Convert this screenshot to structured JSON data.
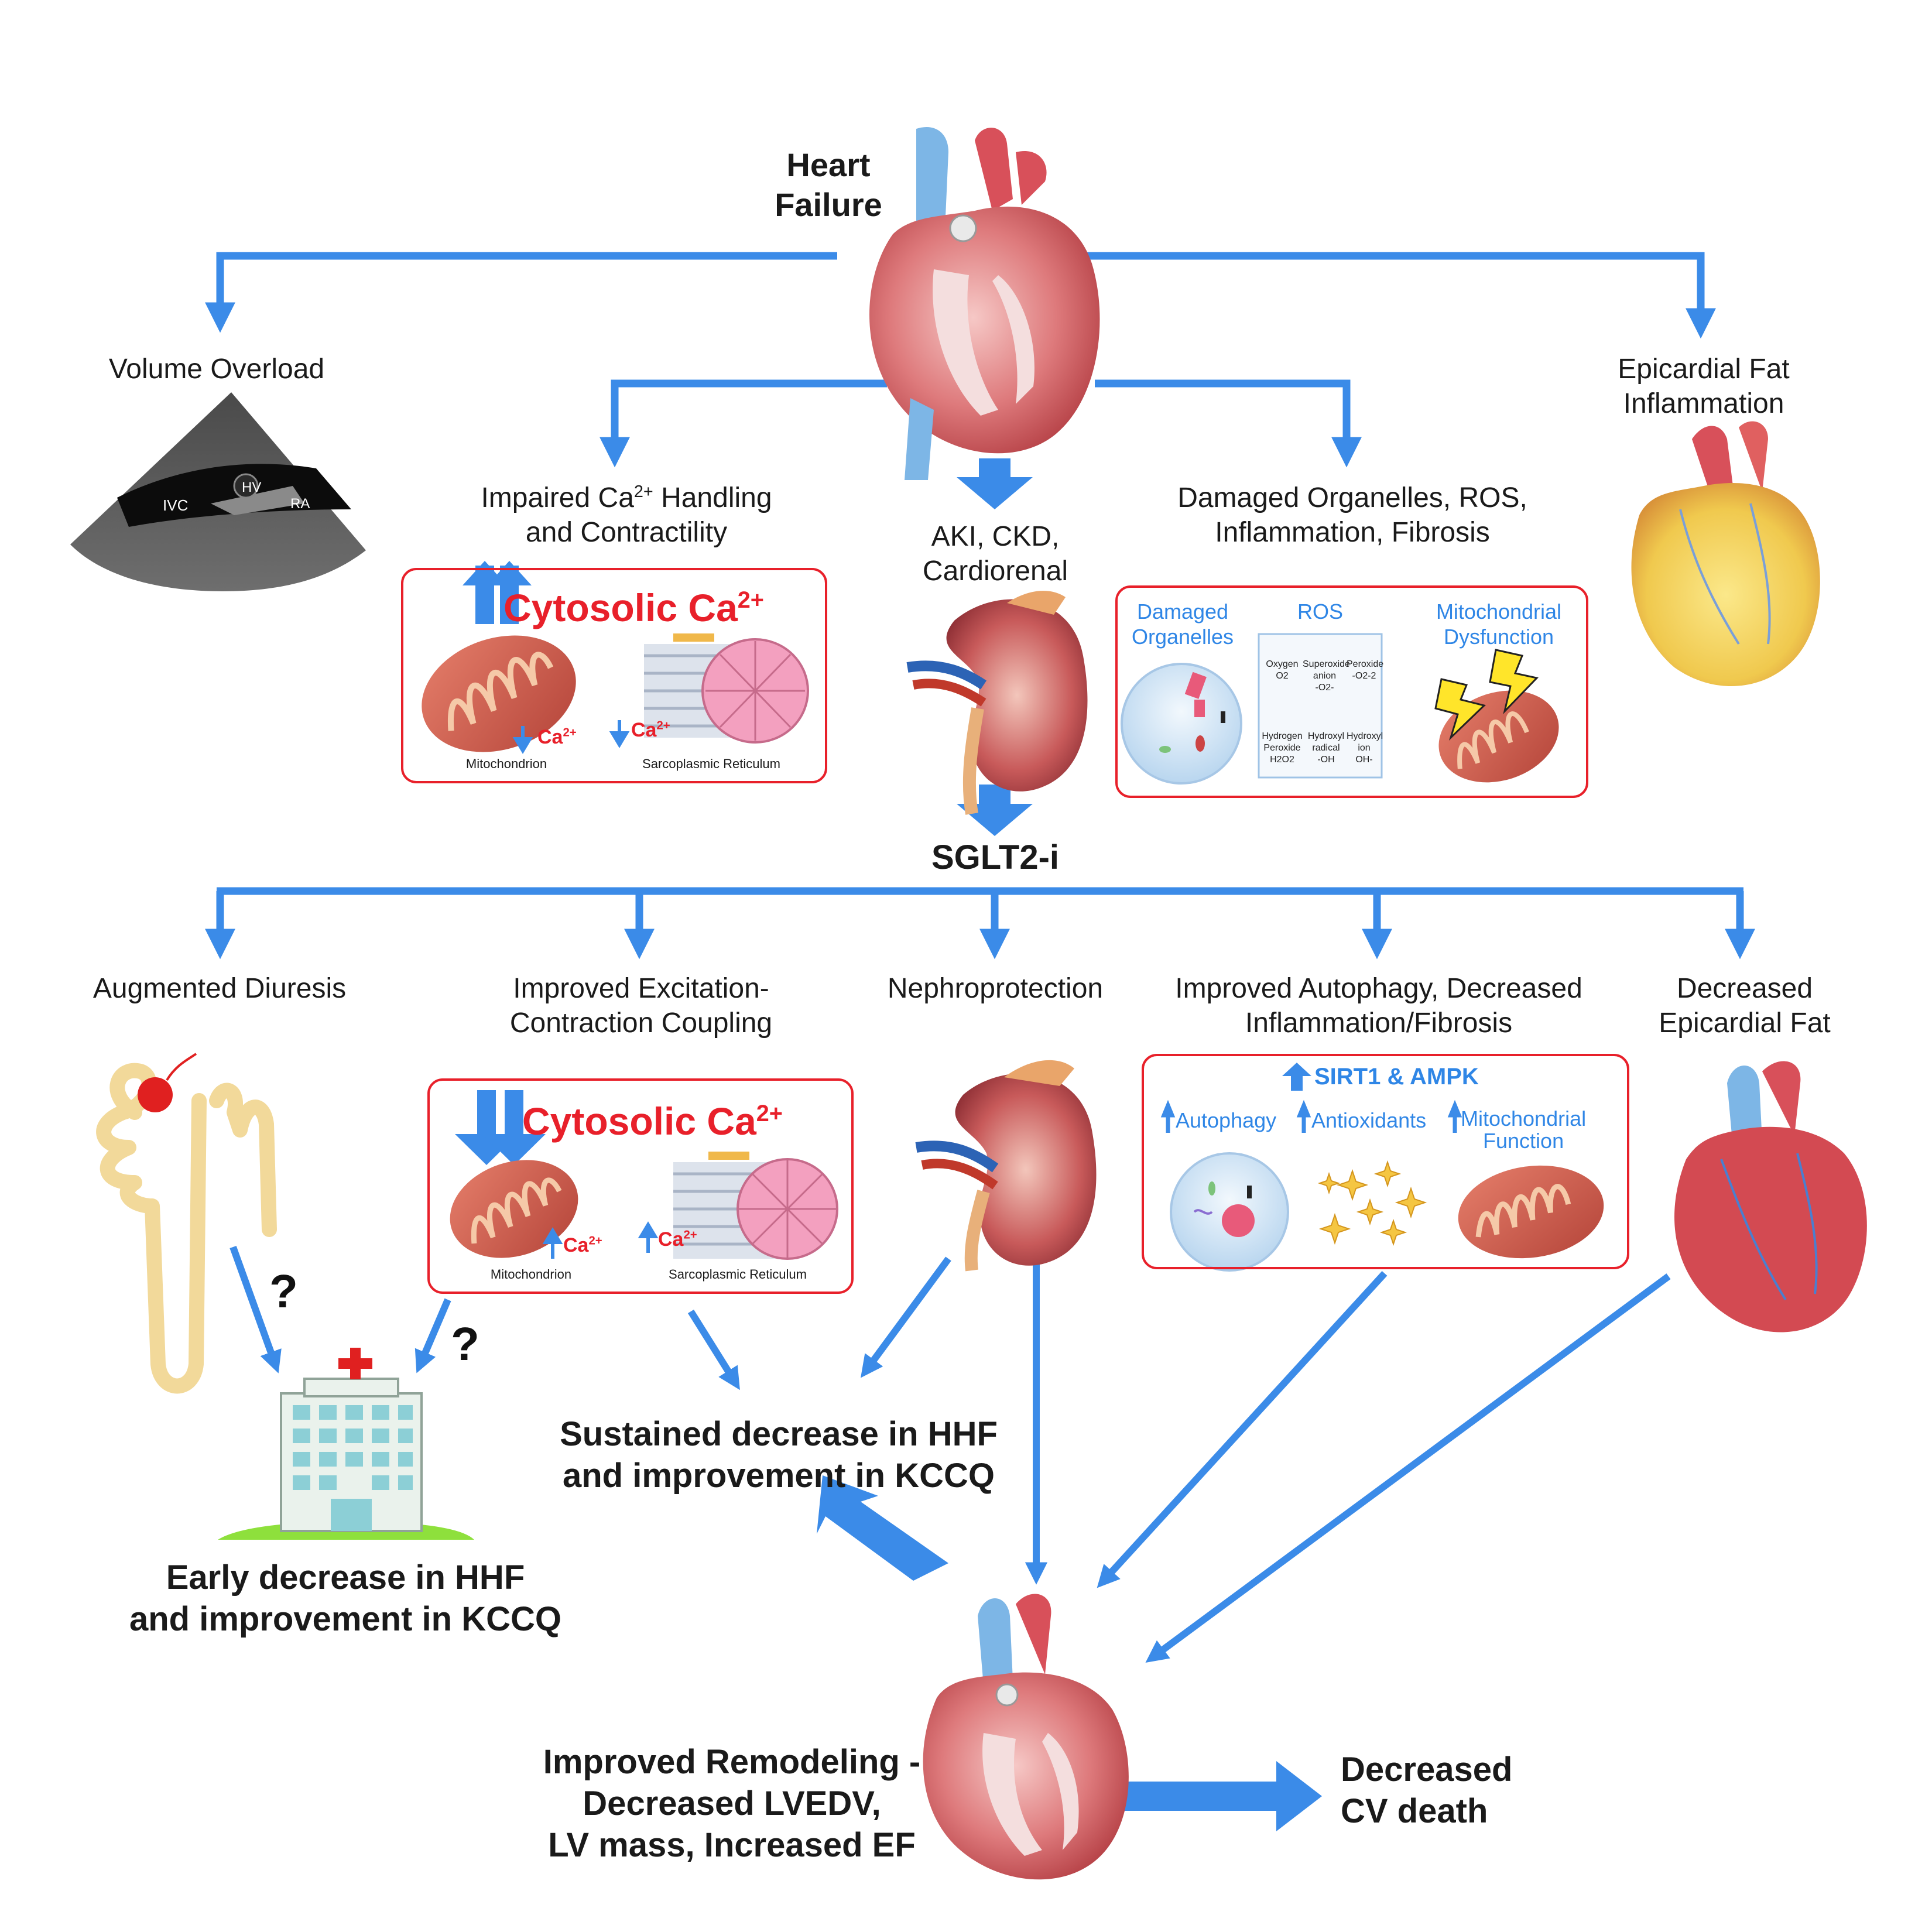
{
  "top": {
    "title_line1": "Heart",
    "title_line2": "Failure"
  },
  "branches_top": {
    "volume_overload": "Volume Overload",
    "echo_labels": {
      "ivc": "IVC",
      "hv": "HV",
      "ra": "RA"
    },
    "impaired_ca_line1": "Impaired Ca",
    "impaired_ca_sup": "2+",
    "impaired_ca_rest": " Handling",
    "impaired_ca_line2": "and Contractility",
    "aki_line1": "AKI, CKD,",
    "aki_line2": "Cardiorenal",
    "damaged_line1": "Damaged Organelles, ROS,",
    "damaged_line2": "Inflammation, Fibrosis",
    "epicardial_line1": "Epicardial Fat",
    "epicardial_line2": "Inflammation"
  },
  "ca_box_top": {
    "title": "Cytosolic Ca",
    "title_sup": "2+",
    "ca_label": "Ca",
    "ca_sup": "2+",
    "mito_label": "Mitochondrion",
    "sr_label": "Sarcoplasmic Reticulum"
  },
  "damage_box": {
    "col1_line1": "Damaged",
    "col1_line2": "Organelles",
    "col2": "ROS",
    "col3_line1": "Mitochondrial",
    "col3_line2": "Dysfunction",
    "ros_items": [
      {
        "name": "Oxygen",
        "formula": "O2"
      },
      {
        "name": "Superoxide",
        "name2": "anion",
        "formula": "-O2-"
      },
      {
        "name": "Peroxide",
        "formula": "-O2-2"
      },
      {
        "name": "Hydrogen",
        "name2": "Peroxide",
        "formula": "H2O2"
      },
      {
        "name": "Hydroxyl",
        "name2": "radical",
        "formula": "-OH"
      },
      {
        "name": "Hydroxyl",
        "name2": "ion",
        "formula": "OH-"
      }
    ]
  },
  "center": {
    "sglt2": "SGLT2-i"
  },
  "branches_bottom": {
    "diuresis": "Augmented Diuresis",
    "excitation_line1": "Improved Excitation-",
    "excitation_line2": "Contraction Coupling",
    "nephro": "Nephroprotection",
    "autophagy_line1": "Improved Autophagy, Decreased",
    "autophagy_line2": "Inflammation/Fibrosis",
    "epi_line1": "Decreased",
    "epi_line2": "Epicardial Fat"
  },
  "ca_box_bottom": {
    "title": "Cytosolic Ca",
    "title_sup": "2+",
    "ca_label": "Ca",
    "ca_sup": "2+",
    "mito_label": "Mitochondrion",
    "sr_label": "Sarcoplasmic Reticulum"
  },
  "sirt_box": {
    "title": "SIRT1 & AMPK",
    "col1": "Autophagy",
    "col2": "Antioxidants",
    "col3_line1": "Mitochondrial",
    "col3_line2": "Function"
  },
  "outcomes": {
    "question": "?",
    "early_line1": "Early decrease in HHF",
    "early_line2": "and improvement in KCCQ",
    "sustained_line1": "Sustained decrease in HHF",
    "sustained_line2": "and improvement in KCCQ",
    "remodel_line1": "Improved Remodeling -",
    "remodel_line2": "Decreased LVEDV,",
    "remodel_line3": "LV mass, Increased EF",
    "cv_line1": "Decreased",
    "cv_line2": "CV death"
  },
  "colors": {
    "arrow_blue": "#3b8be8",
    "text_blue": "#2f86e6",
    "red": "#e8202a",
    "heart_red": "#d8505a",
    "kidney_red": "#c64a4e",
    "fat_yellow": "#f2d460",
    "hospital_green": "#8ee03c"
  },
  "icons": [
    "heart-icon",
    "kidney-icon",
    "echo-scan-icon",
    "mitochondrion-icon",
    "sarcoplasmic-reticulum-icon",
    "cell-icon",
    "lightning-icon",
    "sparkle-icon",
    "nephron-icon",
    "hospital-icon",
    "fat-heart-icon"
  ]
}
